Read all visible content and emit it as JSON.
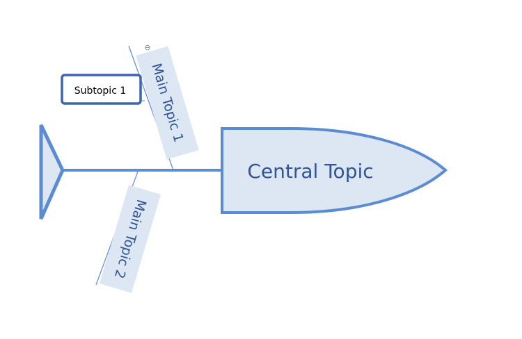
{
  "diagram": {
    "central_topic": "Central Topic",
    "main_topics": [
      {
        "label": "Main Topic 1",
        "collapse_glyph": "⊖"
      },
      {
        "label": "Main Topic 2"
      }
    ],
    "subtopics": [
      {
        "label": "Subtopic 1"
      }
    ],
    "icons": {
      "collapse": "collapse-toggle-icon"
    },
    "colors": {
      "stroke": "#5b8bd0",
      "fill": "#dde6f3",
      "text": "#2f5597",
      "subtopic_text": "#000000",
      "subtopic_border": "#3e64b4"
    }
  }
}
